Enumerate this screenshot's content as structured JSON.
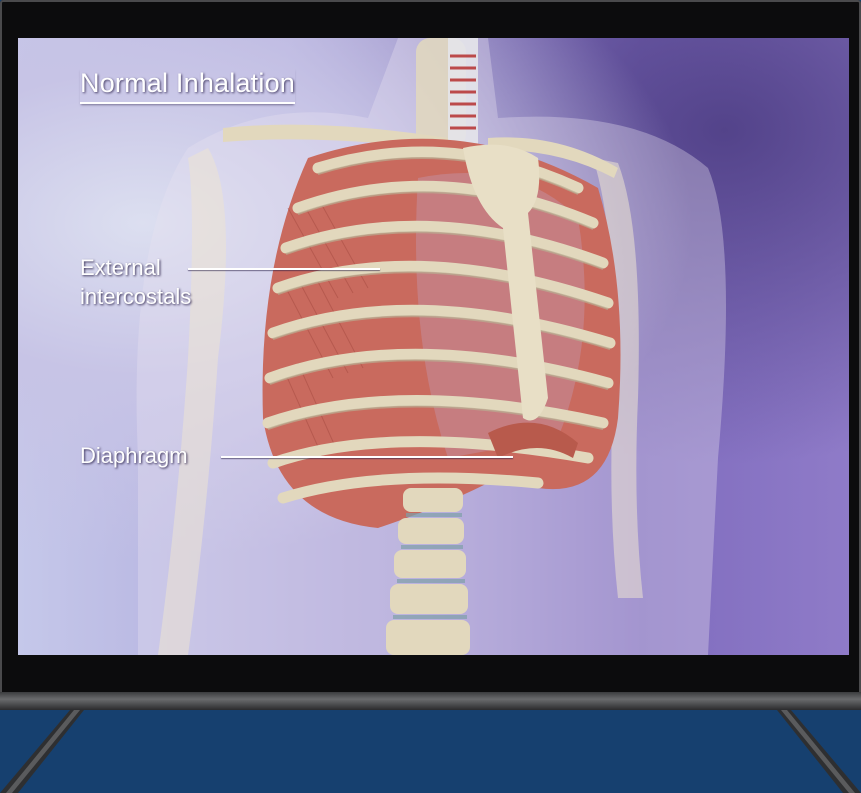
{
  "slide": {
    "title": "Normal Inhalation",
    "labels": {
      "external_intercostals_line1": "External",
      "external_intercostals_line2": "intercostals",
      "diaphragm": "Diaphragm"
    }
  },
  "colors": {
    "background": "#16406f",
    "bezel": "#0c0c0d",
    "bone": "#e2d8bd",
    "muscle": "#c96a5e"
  }
}
